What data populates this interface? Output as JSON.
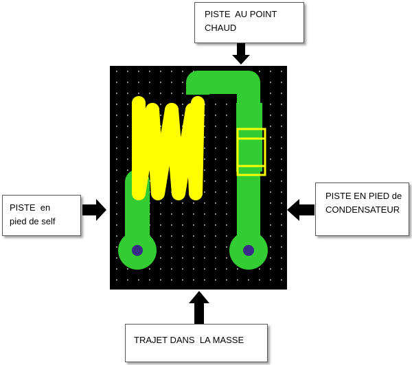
{
  "labels": {
    "top": {
      "line1": "PISTE  AU POINT",
      "line2": "CHAUD"
    },
    "left": {
      "line1": "PISTE  en",
      "line2": "pied de self"
    },
    "right": {
      "line1": "PISTE EN PIED de",
      "line2": "CONDENSATEUR"
    },
    "bottom": {
      "line1": "TRAJET DANS  LA MASSE"
    }
  },
  "colors": {
    "board": "#000000",
    "trace": "#33cc33",
    "coil": "#ffff00",
    "pad_hole": "#3a2a8a",
    "grid_dot": "#ffffff",
    "arrow": "#000000"
  }
}
